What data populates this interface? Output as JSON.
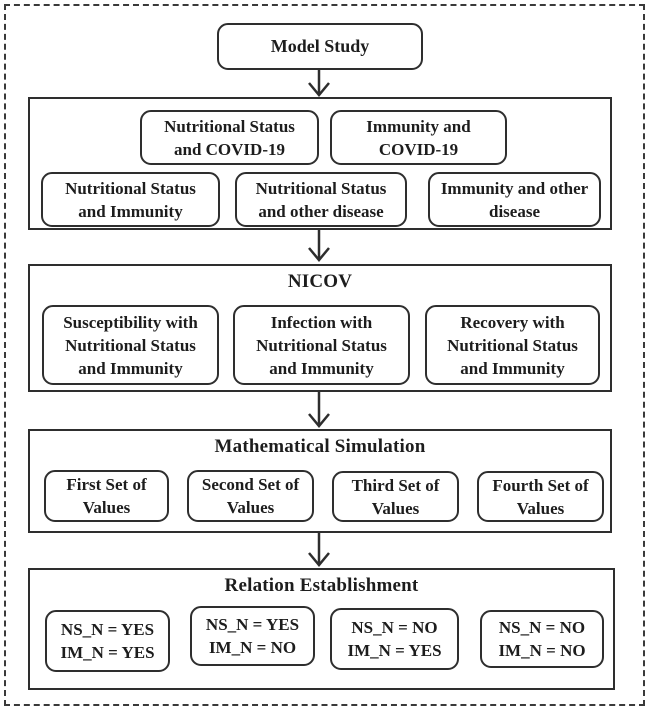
{
  "root": {
    "label": "Model Study"
  },
  "groups": [
    {
      "name": "study-areas",
      "boxes": [
        {
          "line1": "Nutritional Status",
          "line2": "and COVID-19"
        },
        {
          "line1": "Immunity and",
          "line2": "COVID-19"
        },
        {
          "line1": "Nutritional Status",
          "line2": "and Immunity"
        },
        {
          "line1": "Nutritional Status",
          "line2": "and other disease"
        },
        {
          "line1": "Immunity and other",
          "line2": "disease"
        }
      ]
    },
    {
      "name": "nicov",
      "title": "NICOV",
      "boxes": [
        {
          "line1": "Susceptibility with",
          "line2": "Nutritional Status",
          "line3": "and Immunity"
        },
        {
          "line1": "Infection with",
          "line2": "Nutritional Status",
          "line3": "and Immunity"
        },
        {
          "line1": "Recovery with",
          "line2": "Nutritional Status",
          "line3": "and Immunity"
        }
      ]
    },
    {
      "name": "mathematical-simulation",
      "title": "Mathematical Simulation",
      "boxes": [
        {
          "line1": "First Set of",
          "line2": "Values"
        },
        {
          "line1": "Second Set of",
          "line2": "Values"
        },
        {
          "line1": "Third Set of",
          "line2": "Values"
        },
        {
          "line1": "Fourth Set of",
          "line2": "Values"
        }
      ]
    },
    {
      "name": "relation-establishment",
      "title": "Relation Establishment",
      "boxes": [
        {
          "line1": "NS_N = YES",
          "line2": "IM_N = YES"
        },
        {
          "line1": "NS_N = YES",
          "line2": "IM_N = NO"
        },
        {
          "line1": "NS_N = NO",
          "line2": "IM_N = YES"
        },
        {
          "line1": "NS_N = NO",
          "line2": "IM_N = NO"
        }
      ]
    }
  ],
  "colors": {
    "border": "#2e2e2e",
    "text": "#1d1d1d",
    "background": "#ffffff"
  }
}
